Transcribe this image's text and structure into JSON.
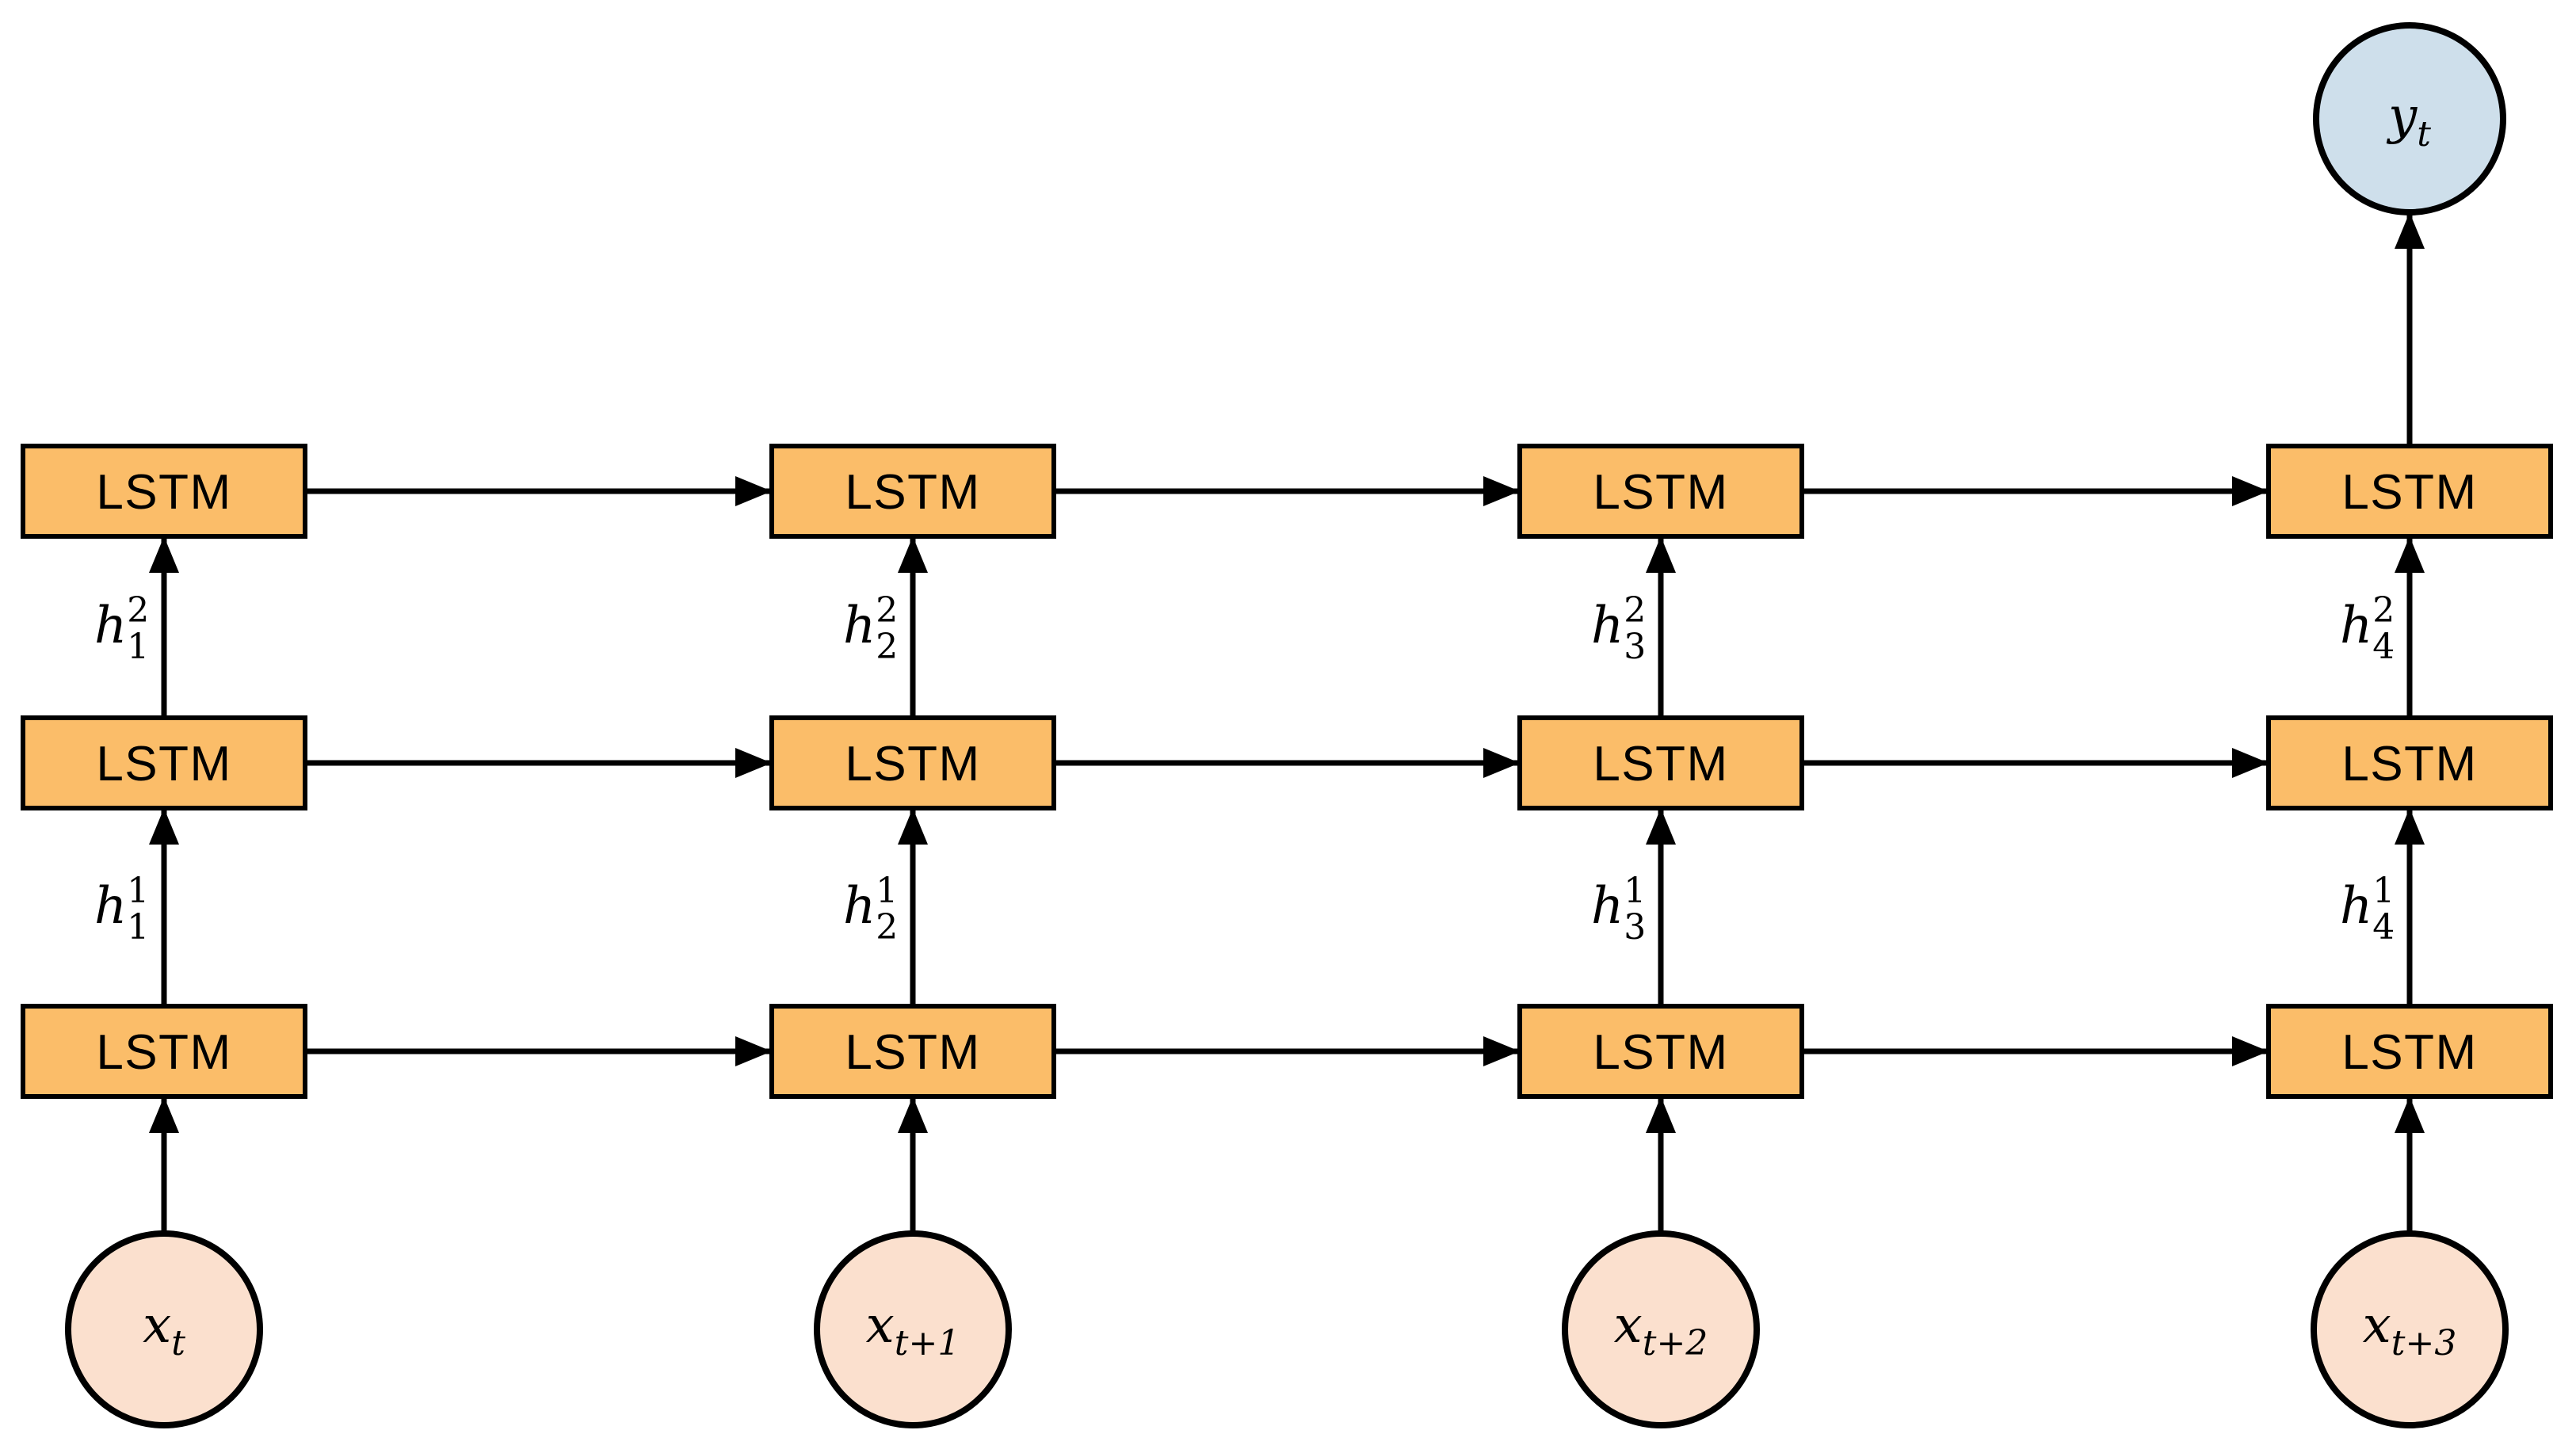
{
  "colors": {
    "cell_fill": "#FBBD69",
    "input_fill": "#FBE0CE",
    "output_fill": "#CEDFEB",
    "stroke": "#000000",
    "background": "#FFFFFF"
  },
  "network": {
    "cell_label": "LSTM",
    "output": {
      "base": "y",
      "sub": "t"
    },
    "columns": [
      {
        "input": {
          "base": "x",
          "sub": "t"
        },
        "h1": {
          "base": "h",
          "sup": "1",
          "sub": "1"
        },
        "h2": {
          "base": "h",
          "sup": "2",
          "sub": "1"
        },
        "cells": {
          "layer1": "LSTM",
          "layer2": "LSTM",
          "layer3": "LSTM"
        }
      },
      {
        "input": {
          "base": "x",
          "sub": "t+1"
        },
        "h1": {
          "base": "h",
          "sup": "1",
          "sub": "2"
        },
        "h2": {
          "base": "h",
          "sup": "2",
          "sub": "2"
        },
        "cells": {
          "layer1": "LSTM",
          "layer2": "LSTM",
          "layer3": "LSTM"
        }
      },
      {
        "input": {
          "base": "x",
          "sub": "t+2"
        },
        "h1": {
          "base": "h",
          "sup": "1",
          "sub": "3"
        },
        "h2": {
          "base": "h",
          "sup": "2",
          "sub": "3"
        },
        "cells": {
          "layer1": "LSTM",
          "layer2": "LSTM",
          "layer3": "LSTM"
        }
      },
      {
        "input": {
          "base": "x",
          "sub": "t+3"
        },
        "h1": {
          "base": "h",
          "sup": "1",
          "sub": "4"
        },
        "h2": {
          "base": "h",
          "sup": "2",
          "sub": "4"
        },
        "cells": {
          "layer1": "LSTM",
          "layer2": "LSTM",
          "layer3": "LSTM"
        }
      }
    ]
  }
}
